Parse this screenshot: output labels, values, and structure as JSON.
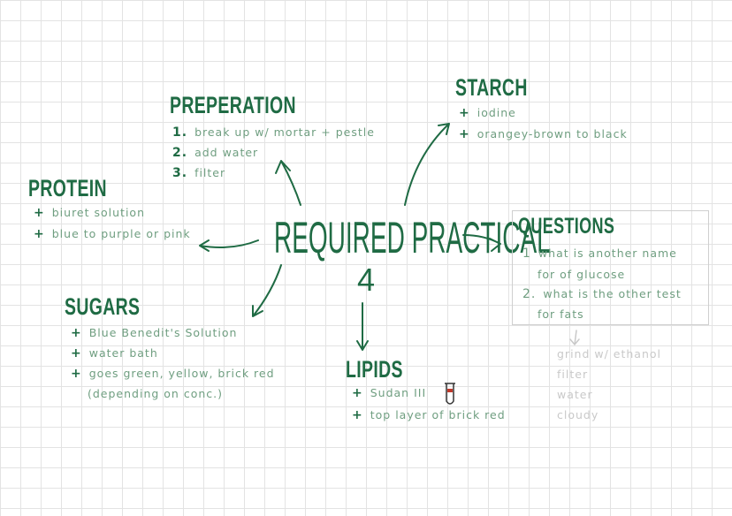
{
  "main": {
    "title": "REQUIRED PRACTICAL",
    "number": "4"
  },
  "preparation": {
    "title": "PREPERATION",
    "items": [
      {
        "marker": "1.",
        "text": "break up w/ mortar + pestle"
      },
      {
        "marker": "2.",
        "text": "add water"
      },
      {
        "marker": "3.",
        "text": "filter"
      }
    ]
  },
  "starch": {
    "title": "STARCH",
    "items": [
      {
        "marker": "+",
        "text": "iodine"
      },
      {
        "marker": "+",
        "text": "orangey-brown to black"
      }
    ]
  },
  "protein": {
    "title": "PROTEIN",
    "items": [
      {
        "marker": "+",
        "text": "biuret solution"
      },
      {
        "marker": "+",
        "text": "blue to purple or pink"
      }
    ]
  },
  "questions": {
    "title": "QUESTIONS",
    "lines": [
      {
        "marker": "1",
        "text": "what is another name"
      },
      {
        "marker": "",
        "text": "for of glucose"
      },
      {
        "marker": "2.",
        "text": "what is the other test"
      },
      {
        "marker": "",
        "text": "for fats"
      }
    ]
  },
  "sugars": {
    "title": "SUGARS",
    "items": [
      {
        "marker": "+",
        "text": "Blue Benedit's Solution"
      },
      {
        "marker": "+",
        "text": "water bath"
      },
      {
        "marker": "+",
        "text": "goes green, yellow, brick red"
      },
      {
        "marker": "",
        "text": "(depending on conc.)"
      }
    ]
  },
  "lipids": {
    "title": "LIPIDS",
    "items": [
      {
        "marker": "+",
        "text": "Sudan III"
      },
      {
        "marker": "+",
        "text": "top layer of brick red"
      }
    ]
  },
  "fats_answer": {
    "lines": [
      "grind w/ ethanol",
      "filter",
      "water",
      "cloudy"
    ]
  },
  "colors": {
    "ink": "#1f6b44",
    "text": "#6f9e80",
    "faint": "#c9c9c9"
  }
}
